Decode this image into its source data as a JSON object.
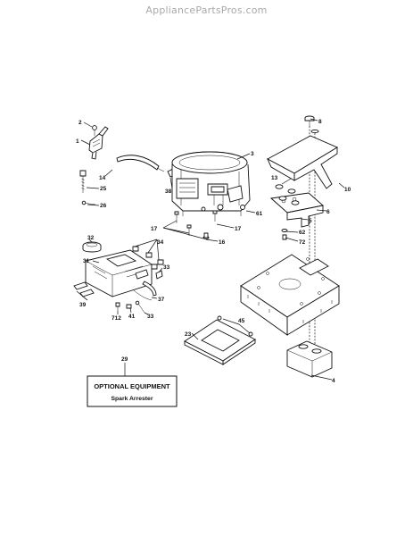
{
  "watermark": "AppliancePartsPros.com",
  "callouts": {
    "p1": "1",
    "p2": "2",
    "p3": "3",
    "p4": "4",
    "p5": "5",
    "p6": "6",
    "p8": "8",
    "p10": "10",
    "p13": "13",
    "p14": "14",
    "p16": "16",
    "p17a": "17",
    "p17b": "17",
    "p23": "23",
    "p25": "25",
    "p26": "26",
    "p29": "29",
    "p31": "31",
    "p32": "32",
    "p33a": "33",
    "p33b": "33",
    "p34": "34",
    "p37": "37",
    "p38": "38",
    "p39": "39",
    "p41": "41",
    "p45": "45",
    "p61": "61",
    "p62": "62",
    "p72": "72",
    "p712": "712"
  },
  "optional_box": {
    "title": "OPTIONAL EQUIPMENT",
    "subtitle": "Spark Arrester"
  }
}
